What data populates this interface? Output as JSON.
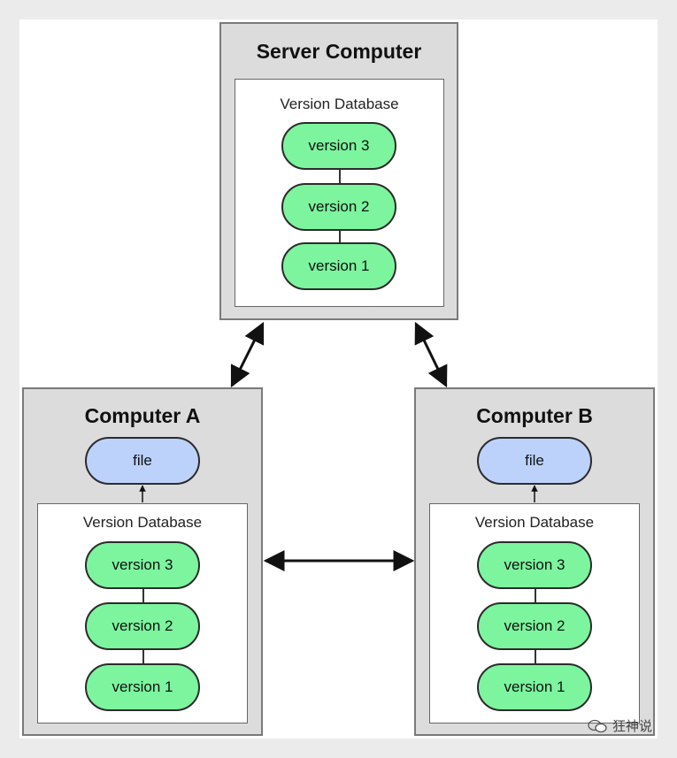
{
  "server": {
    "title": "Server Computer",
    "db_label": "Version Database",
    "versions": [
      "version 3",
      "version 2",
      "version 1"
    ]
  },
  "computer_a": {
    "title": "Computer A",
    "file_label": "file",
    "db_label": "Version Database",
    "versions": [
      "version 3",
      "version 2",
      "version 1"
    ]
  },
  "computer_b": {
    "title": "Computer B",
    "file_label": "file",
    "db_label": "Version Database",
    "versions": [
      "version 3",
      "version 2",
      "version 1"
    ]
  },
  "watermark": {
    "text": "狂神说"
  },
  "colors": {
    "version_fill": "#7cf59e",
    "file_fill": "#bcd2fb",
    "machine_fill": "#dcdcdc"
  }
}
